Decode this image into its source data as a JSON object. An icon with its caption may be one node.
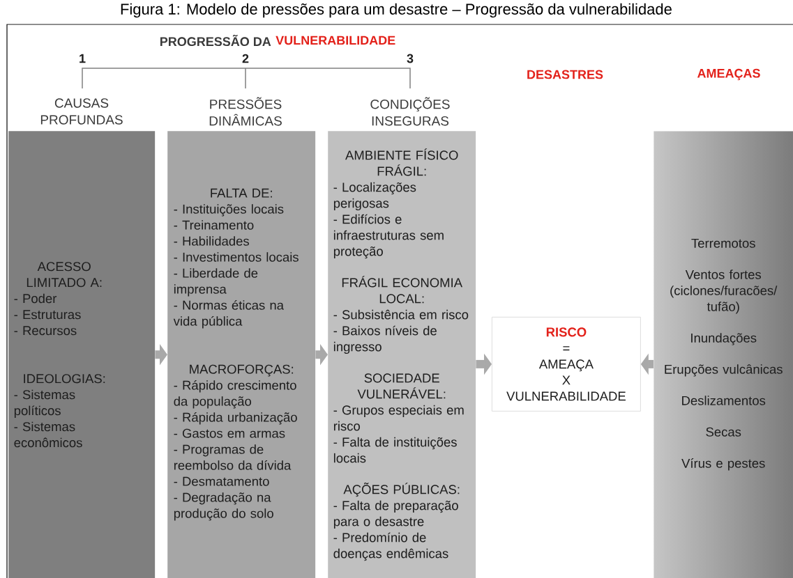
{
  "diagram": {
    "title": "Figura 1: Modelo de pressões para um desastre – Progressão da vulnerabilidade",
    "nodes": [
      {
        "text": [
          "CAUSAS PROFUNDAS",
          "ACESSO LIMITADO A:",
          "- Poder",
          "- Estruturas",
          "- Recursos",
          "IDEOLOGIAS:",
          "- Sistemas políticos",
          "- Sistemas econômicos"
        ]
      },
      {
        "text": [
          "PRESSÕES DINÂMICAS",
          "FALTA DE:",
          "- Instituições locais",
          "- Treinamento",
          "- Habilidades",
          "- Investimentos locais",
          "- Liberdade de imprensa",
          "- Normas éticas na vida pública",
          "MACROFORÇAS:",
          "- Rápido crescimento da população",
          "- Rápida urbanização",
          "- Gastos em armas",
          "- Programas de reembolso da dívida",
          "- Desmatamento",
          "- Degradação na produção do solo"
        ]
      },
      {
        "text": [
          "CONDIÇÕES INSEGURAS",
          "AMBIENTE FÍSICO FRÁGIL:",
          "- Localizações perigosas",
          "- Edifícios e infraestruturas sem proteção",
          "FRÁGIL ECONOMIA LOCAL:",
          "- Subsistência em risco",
          "- Baixos níveis de ingresso",
          "SOCIEDADE VULNERÁVEL:",
          "- Grupos especiais em risco",
          "- Falta de instituições locais",
          "AÇÕES PÚBLICAS:",
          "- Falta de preparação para o desastre",
          "- Predomínio de doenças endêmicas"
        ]
      },
      {
        "text": [
          "RISCO",
          "=",
          "AMEAÇA",
          "X",
          "VULNERABILIDADE"
        ]
      },
      {
        "text": [
          "AMEAÇAS",
          "Terremotos",
          "Ventos fortes (ciclones/furacões/ tufão)",
          "Inundações",
          "Erupções vulcânicas",
          "Deslizamentos",
          "Secas",
          "Vírus e pestes"
        ]
      }
    ],
    "edges": [
      {
        "from": 0,
        "to": 1,
        "arrow": "to"
      },
      {
        "from": 1,
        "to": 2,
        "arrow": "to"
      },
      {
        "from": 2,
        "to": 3,
        "arrow": "to"
      },
      {
        "from": 4,
        "to": 3,
        "arrow": "to"
      }
    ],
    "labels": [
      "PROGRESSÃO DA",
      "VULNERABILIDADE",
      "1",
      "2",
      "3",
      "DESASTRES"
    ]
  }
}
